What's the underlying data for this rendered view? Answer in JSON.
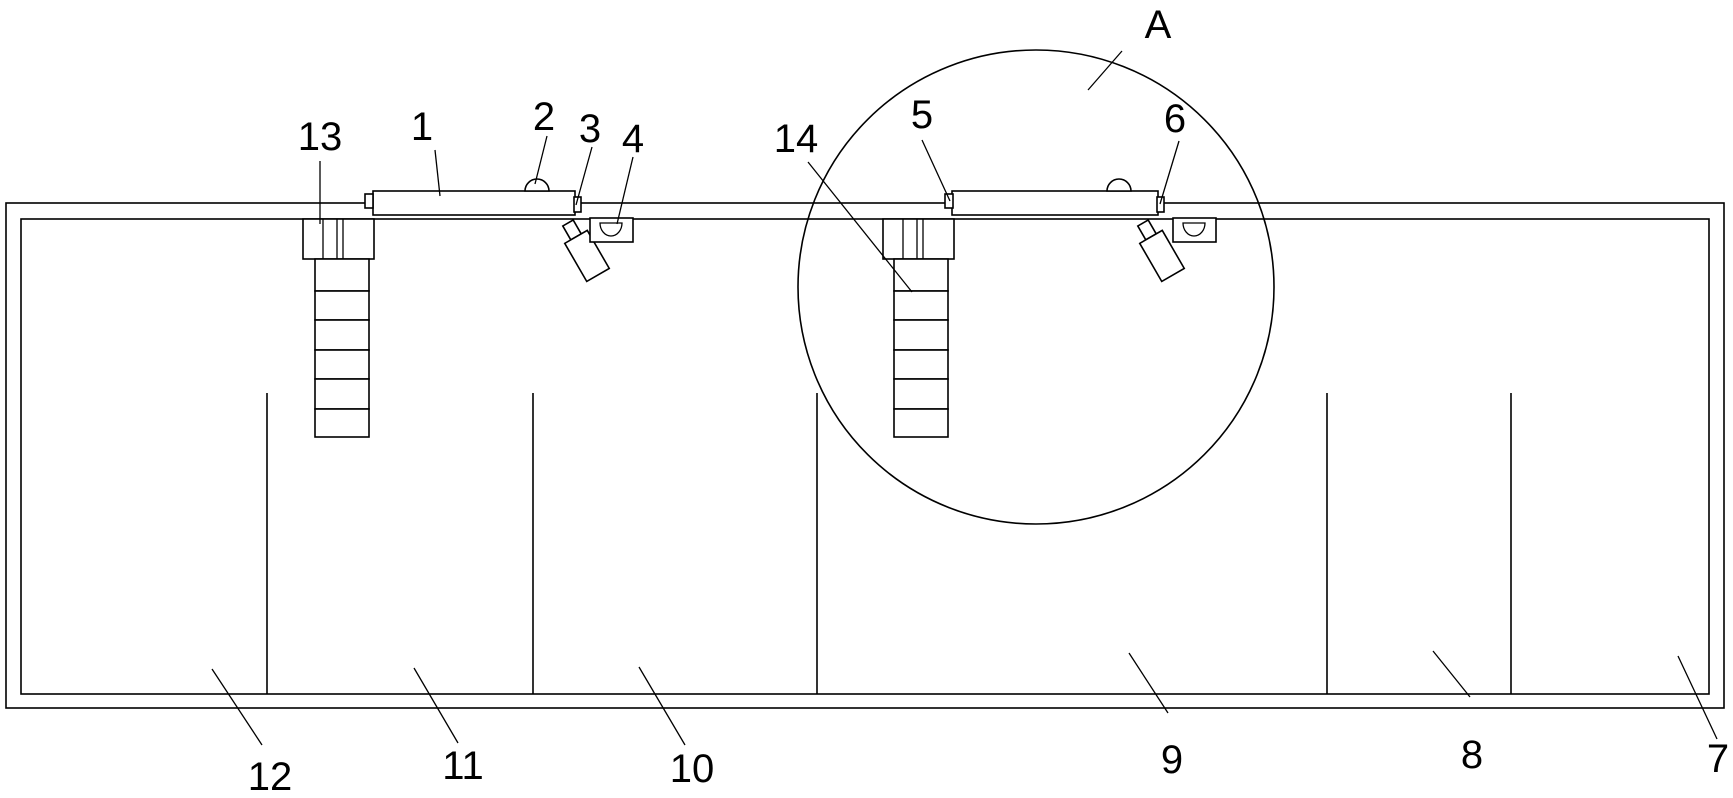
{
  "diagram": {
    "type": "patent-line-drawing",
    "stroke_color": "#000000",
    "background_color": "#ffffff",
    "detail_marker": "A",
    "labels": [
      {
        "id": "1",
        "text": "1"
      },
      {
        "id": "2",
        "text": "2"
      },
      {
        "id": "3",
        "text": "3"
      },
      {
        "id": "4",
        "text": "4"
      },
      {
        "id": "5",
        "text": "5"
      },
      {
        "id": "6",
        "text": "6"
      },
      {
        "id": "7",
        "text": "7"
      },
      {
        "id": "8",
        "text": "8"
      },
      {
        "id": "9",
        "text": "9"
      },
      {
        "id": "10",
        "text": "10"
      },
      {
        "id": "11",
        "text": "11"
      },
      {
        "id": "12",
        "text": "12"
      },
      {
        "id": "13",
        "text": "13"
      },
      {
        "id": "14",
        "text": "14"
      }
    ]
  }
}
